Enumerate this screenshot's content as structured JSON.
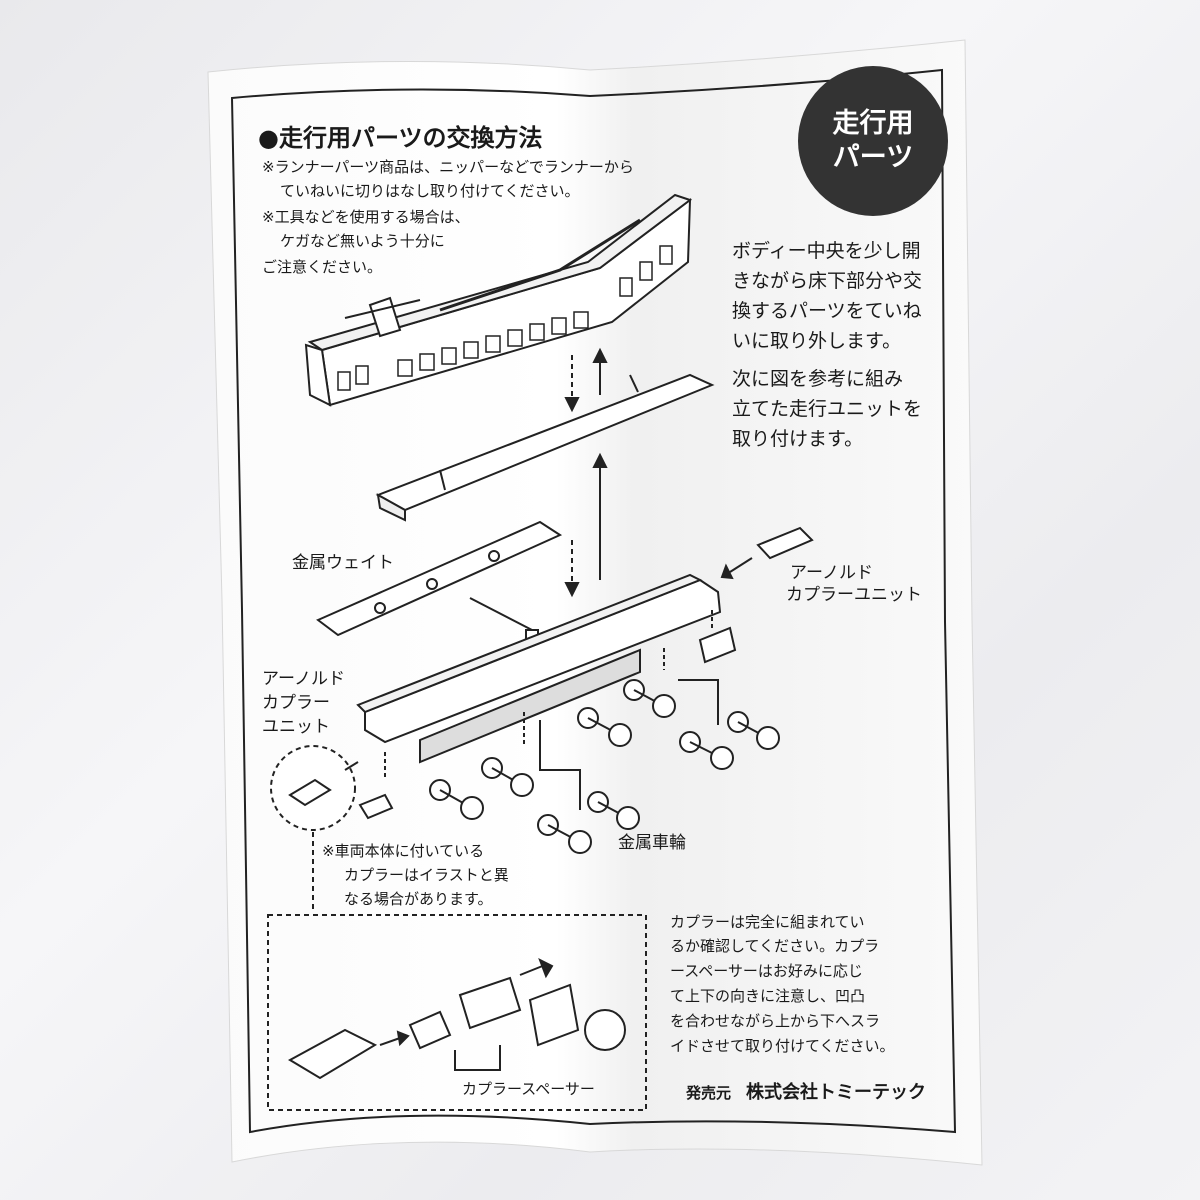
{
  "badge": {
    "line1": "走行用",
    "line2": "パーツ"
  },
  "title": "●走行用パーツの交換方法",
  "notes": [
    "※ランナーパーツ商品は、ニッパーなどでランナーから",
    "ていねいに切りはなし取り付けてください。",
    "※工具などを使用する場合は、",
    "ケガなど無いよう十分に",
    "ご注意ください。"
  ],
  "instructions": [
    "ボディー中央を少し開",
    "きながら床下部分や交",
    "換するパーツをていね",
    "いに取り外します。",
    "次に図を参考に組み",
    "立てた走行ユニットを",
    "取り付けます。"
  ],
  "labels": {
    "metal_weight": "金属ウェイト",
    "arnold_right_1": "アーノルド",
    "arnold_right_2": "カプラーユニット",
    "arnold_left_1": "アーノルド",
    "arnold_left_2": "カプラー",
    "arnold_left_3": "ユニット",
    "metal_wheels": "金属車輪",
    "coupler_spacer": "カプラースペーサー"
  },
  "caution_note": [
    "※車両本体に付いている",
    "カプラーはイラストと異",
    "なる場合があります。"
  ],
  "coupler_text": [
    "カプラーは完全に組まれてい",
    "るか確認してください。カプラ",
    "ースペーサーはお好みに応じ",
    "て上下の向きに注意し、凹凸",
    "を合わせながら上から下へスラ",
    "イドさせて取り付けてください。"
  ],
  "footer": {
    "seller_label": "発売元",
    "company": "株式会社トミーテック"
  }
}
